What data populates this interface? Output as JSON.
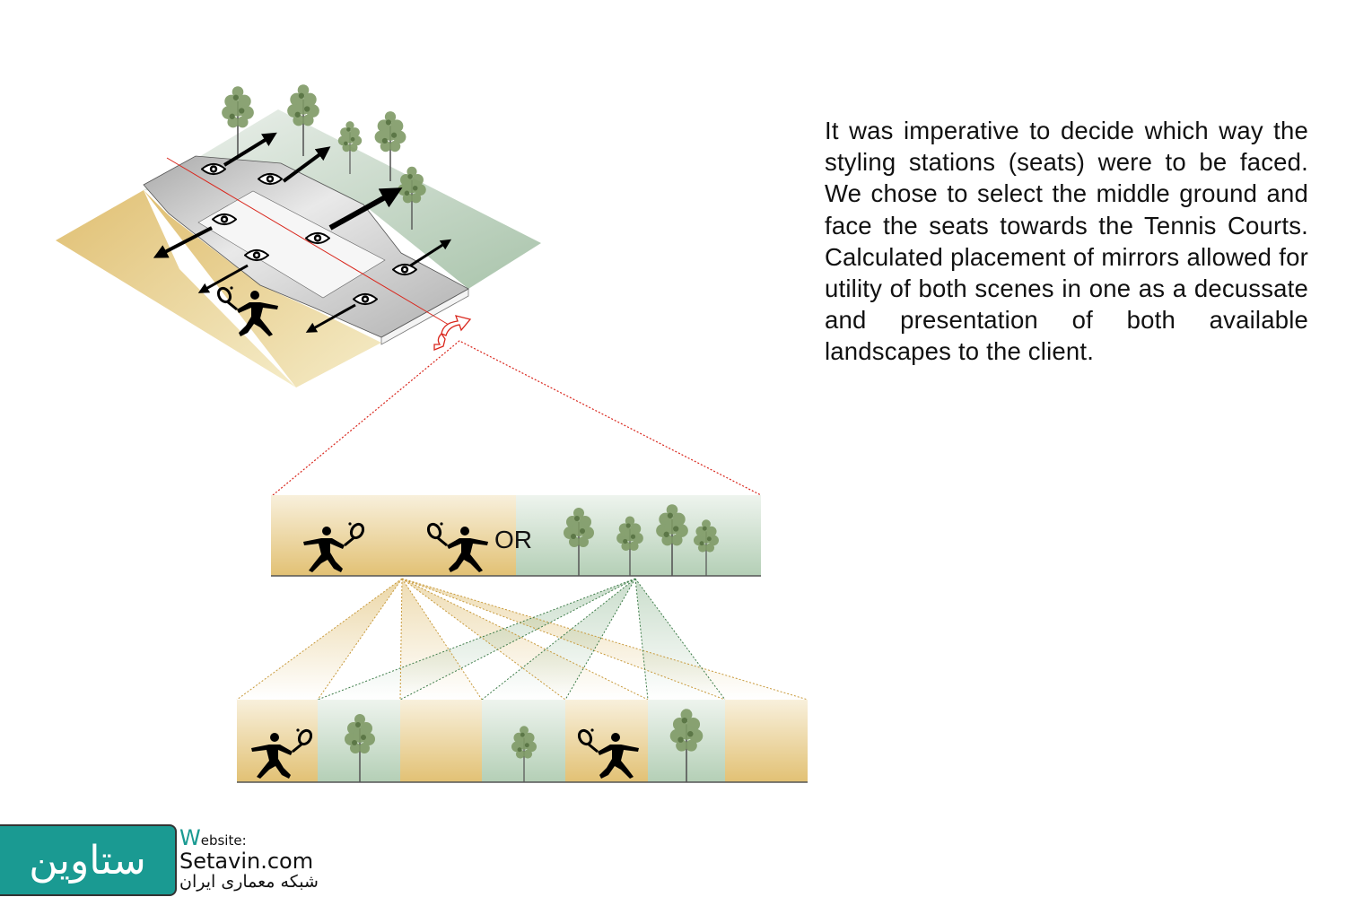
{
  "description_text": "It was imperative to decide which way the styling stations (seats) were to be faced. We chose to select the middle ground and face the seats towards the Tennis Courts. Calculated placement of mirrors allowed for utility of both scenes in one as a decussate and presentation of both available landscapes to the client.",
  "diagram": {
    "or_label": "OR",
    "bottom_strip": [
      "tennis",
      "tree",
      "tennis-empty",
      "tree",
      "tennis",
      "tree",
      "tennis-empty"
    ]
  },
  "colors": {
    "sand": "#e3c57e",
    "green": "#a9c6ab",
    "platform": "#c9c9c9",
    "red": "#d9261c",
    "teal": "#1a9a92"
  },
  "watermark": {
    "logo_text": "ستاوین",
    "website_initial": "W",
    "website_label": "ebsite:",
    "url": "Setavin.com",
    "tagline": "شبکه معماری ایران"
  }
}
